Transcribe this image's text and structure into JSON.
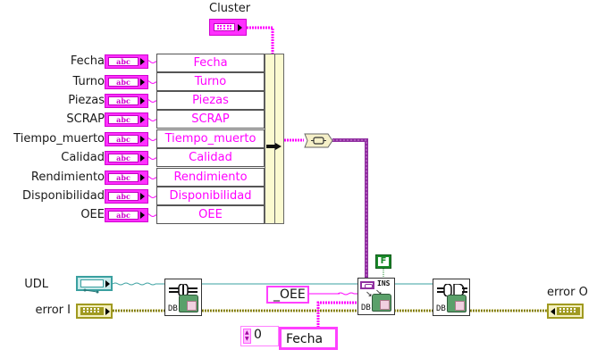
{
  "diagram": {
    "cluster_indicator": {
      "label": "Cluster"
    },
    "string_controls": [
      {
        "label": "Fecha"
      },
      {
        "label": "Turno"
      },
      {
        "label": "Piezas"
      },
      {
        "label": "SCRAP"
      },
      {
        "label": "Tiempo_muerto"
      },
      {
        "label": "Calidad"
      },
      {
        "label": "Rendimiento"
      },
      {
        "label": "Disponibilidad"
      },
      {
        "label": "OEE"
      }
    ],
    "string_terminal_glyph": "abc",
    "bundle_by_name": {
      "elements": [
        "Fecha",
        "Turno",
        "Piezas",
        "SCRAP",
        "Tiempo_muerto",
        "Calidad",
        "Rendimiento",
        "Disponibilidad",
        "OEE"
      ]
    },
    "udl_control": {
      "label": "UDL"
    },
    "error_in": {
      "label": "error I"
    },
    "error_out": {
      "label": "error O"
    },
    "table_constant": {
      "value": "_OEE"
    },
    "boolean_constant": {
      "value": "F"
    },
    "index_constant": {
      "value": "0"
    },
    "column_constant": {
      "value": "Fecha"
    },
    "subvis": [
      {
        "name": "db-open-connection",
        "tag": "DB"
      },
      {
        "name": "db-insert-data",
        "tag": "DB",
        "badge": "INS"
      },
      {
        "name": "db-close-connection",
        "tag": "DB"
      }
    ],
    "colors": {
      "string_wire": "#ff00ff",
      "cluster_wire": "#c040c0",
      "error_wire": "#a09a20",
      "refnum_wire": "#3aa0a0",
      "boolean_const": "#1a8a2a"
    }
  }
}
